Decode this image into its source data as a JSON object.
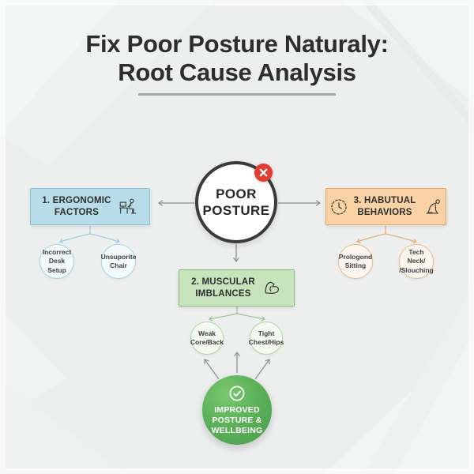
{
  "title": {
    "line1": "Fix Poor Posture Naturaly:",
    "line2": "Root Cause Analysis"
  },
  "root": {
    "label": "POOR\nPOSTURE",
    "badge_icon": "error-x-icon"
  },
  "branches": {
    "ergonomic": {
      "label": "1. ERGONOMIC\nFACTORS",
      "icon": "desk-worker-icon",
      "causes": [
        "Incorrect\nDesk Setup",
        "Unsuporite\nChair"
      ],
      "fill": "#b9dcea",
      "border": "#8ac2da"
    },
    "muscular": {
      "label": "2. MUSCULAR\nIMBLANCES",
      "icon": "bicep-icon",
      "causes": [
        "Weak\nCore/Back",
        "Tight\nChest/Hips"
      ],
      "fill": "#c7e4bd",
      "border": "#8dbb80"
    },
    "habitual": {
      "label": "3. HABUTUAL\nBEHAVIORS",
      "icons": [
        "clock-icon",
        "slouching-person-icon"
      ],
      "causes": [
        "Prologond\nSitting",
        "Tech Neck/\n/Slouching"
      ],
      "fill": "#f8d1a5",
      "border": "#e2a96c"
    }
  },
  "outcome": {
    "label": "IMPROVED\nPOSTURE &\nWELLBEING",
    "icon": "check-circle-icon",
    "color": "#4c9c4e"
  },
  "colors": {
    "background": "#edeeee",
    "title_text": "#2d2d2d",
    "root_border": "#3b3b3b",
    "badge_red": "#e23c33",
    "arrow_gray": "#8e8e8e"
  }
}
